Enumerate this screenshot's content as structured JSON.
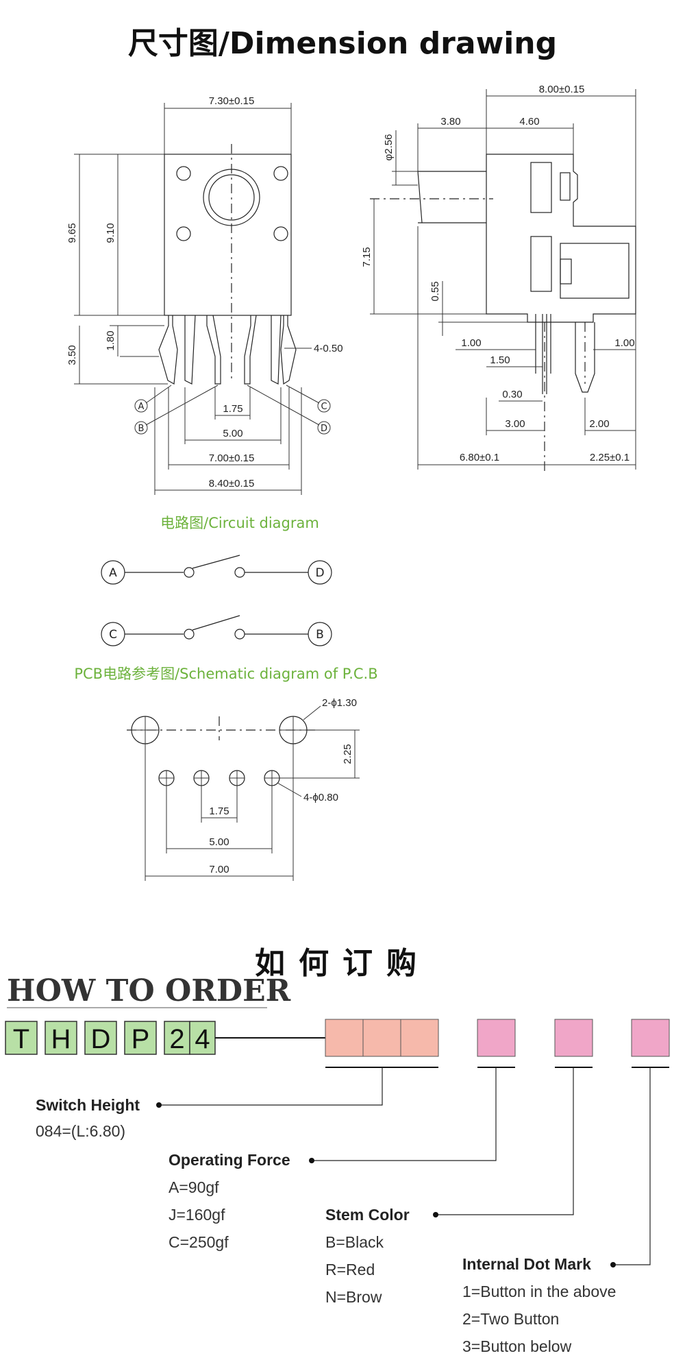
{
  "header": {
    "title": "尺寸图/Dimension drawing"
  },
  "front_view": {
    "dims": {
      "width_top": "7.30±0.15",
      "height_outer": "9.65",
      "height_inner": "9.10",
      "leg_height": "3.50",
      "leg_bend": "1.80",
      "pin_width": "4-0.50",
      "pitch_inner": "1.75",
      "pitch_5": "5.00",
      "pitch_7": "7.00±0.15",
      "width_bottom": "8.40±0.15"
    },
    "pins": [
      "A",
      "B",
      "C",
      "D"
    ]
  },
  "side_view": {
    "dims": {
      "width_top": "8.00±0.15",
      "left_part": "3.80",
      "right_part": "4.60",
      "stem_dia": "φ2.56",
      "stem_height": "7.15",
      "base_gap": "0.55",
      "left_1": "1.00",
      "right_1": "1.00",
      "d_150": "1.50",
      "d_030": "0.30",
      "d_300": "3.00",
      "d_200": "2.00",
      "total_left": "6.80±0.1",
      "total_right": "2.25±0.1"
    }
  },
  "circuit": {
    "title": "电路图/Circuit diagram",
    "row1": [
      "A",
      "D"
    ],
    "row2": [
      "C",
      "B"
    ]
  },
  "pcb": {
    "title": "PCB电路参考图/Schematic diagram of P.C.B",
    "dims": {
      "big_holes": "2-ϕ1.30",
      "height": "2.25",
      "small_holes": "4-ϕ0.80",
      "pitch_inner": "1.75",
      "pitch_5": "5.00",
      "pitch_7": "7.00"
    }
  },
  "order": {
    "title_cn": "如何订购",
    "title_en": "HOW TO ORDER",
    "code_letters": [
      "T",
      "H",
      "D",
      "P",
      "2",
      "4"
    ],
    "colors": {
      "code_box": "#b8e0a6",
      "slot_salmon": "#f6b9ab",
      "slot_pink": "#f0a6c8"
    },
    "fields": [
      {
        "label": "Switch Height",
        "options": [
          "084=(L:6.80)"
        ]
      },
      {
        "label": "Operating Force",
        "options": [
          "A=90gf",
          "J=160gf",
          "C=250gf"
        ]
      },
      {
        "label": "Stem Color",
        "options": [
          "B=Black",
          "R=Red",
          "N=Brow"
        ]
      },
      {
        "label": "Internal Dot Mark",
        "options": [
          "1=Button in the above",
          "2=Two Button",
          "3=Button below"
        ]
      }
    ]
  }
}
